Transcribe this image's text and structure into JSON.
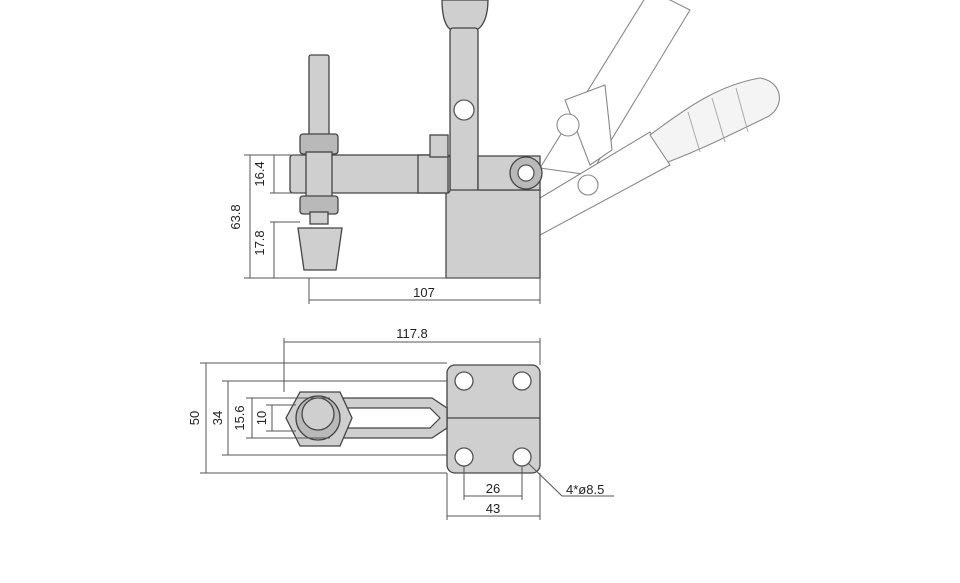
{
  "dimensions": {
    "side_view": {
      "top_gap": "16.4",
      "total_height": "63.8",
      "spindle_height": "17.8",
      "total_length": "107"
    },
    "top_view": {
      "overall_length": "117.8",
      "width_outer": "50",
      "width_mid": "34",
      "arm_width": "15.6",
      "slot_width": "10",
      "hole_spacing": "26",
      "base_width": "43",
      "hole_spec": "4*ø8.5"
    }
  },
  "colors": {
    "metal": "#cfcfcf",
    "line": "#444444",
    "dimension": "#555555"
  }
}
